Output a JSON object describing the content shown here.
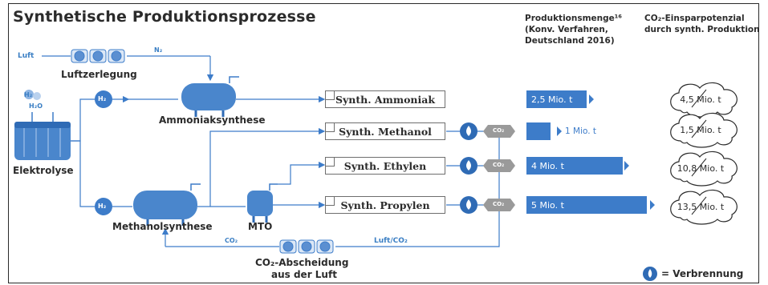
{
  "title": "Synthetische Produktionsprozesse",
  "header": {
    "production_line1": "Produktionsmenge¹⁶",
    "production_line2": "(Konv. Verfahren,",
    "production_line3": "Deutschland 2016)",
    "co2_line1": "CO₂-Einsparpotenzial",
    "co2_line2": "durch synth. Produktion"
  },
  "labels": {
    "luft": "Luft",
    "n2": "N₂",
    "luftzerlegung": "Luftzerlegung",
    "h2_small": "H₂",
    "h2o_small": "H₂O",
    "h2_circle_top": "H₂",
    "h2_circle_bottom": "H₂",
    "ammoniaksynthese": "Ammoniaksynthese",
    "elektrolyse": "Elektrolyse",
    "methanolsynthese": "Methanolsynthese",
    "mto": "MTO",
    "co2_return": "CO₂",
    "luft_co2": "Luft/CO₂",
    "capture_line1": "CO₂-Abscheidung",
    "capture_line2": "aus der Luft",
    "co2_badge": "CO₂"
  },
  "products": [
    {
      "name": "Synth. Ammoniak"
    },
    {
      "name": "Synth. Methanol"
    },
    {
      "name": "Synth. Ethylen"
    },
    {
      "name": "Synth. Propylen"
    }
  ],
  "production_amounts": [
    {
      "label": "2,5 Mio. t",
      "value": 2.5
    },
    {
      "label": "1 Mio. t",
      "value": 1
    },
    {
      "label": "4 Mio. t",
      "value": 4
    },
    {
      "label": "5 Mio. t",
      "value": 5
    }
  ],
  "co2_savings": [
    "4,5 Mio. t",
    "1,5 Mio. t",
    "10,8 Mio. t",
    "13,5 Mio. t"
  ],
  "legend": {
    "text": "= Verbrennung"
  },
  "colors": {
    "accent": "#3d7cc9",
    "dark": "#2b2b2b",
    "grey": "#9a9a9a"
  }
}
